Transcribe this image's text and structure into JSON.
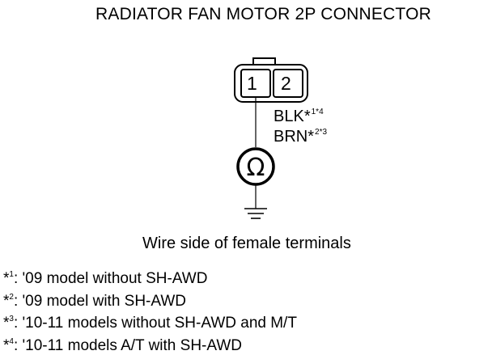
{
  "title": "RADIATOR FAN MOTOR 2P CONNECTOR",
  "connector": {
    "pins": [
      "1",
      "2"
    ]
  },
  "wires": [
    {
      "color": "BLK",
      "marker": "*",
      "refs": "1*4"
    },
    {
      "color": "BRN",
      "marker": "*",
      "refs": "2*3"
    }
  ],
  "meter_symbol": "Ω",
  "caption": "Wire side of female terminals",
  "footnotes": [
    {
      "mark": "*",
      "num": "1",
      "text": ": '09 model without SH-AWD"
    },
    {
      "mark": "*",
      "num": "2",
      "text": ": '09 model with SH-AWD"
    },
    {
      "mark": "*",
      "num": "3",
      "text": ": '10-11 models without SH-AWD and M/T"
    },
    {
      "mark": "*",
      "num": "4",
      "text": ": '10-11 models A/T with SH-AWD"
    }
  ]
}
